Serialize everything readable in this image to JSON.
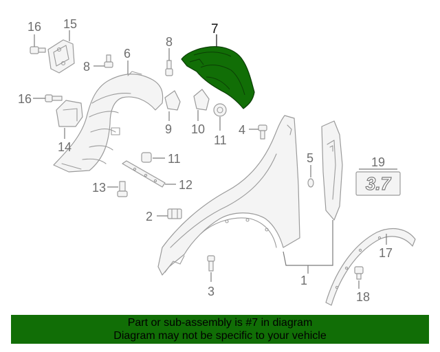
{
  "callouts": {
    "c1": "1",
    "c2": "2",
    "c3": "3",
    "c4": "4",
    "c5": "5",
    "c6": "6",
    "c7": "7",
    "c8a": "8",
    "c8b": "8",
    "c9": "9",
    "c10": "10",
    "c11a": "11",
    "c11b": "11",
    "c12": "12",
    "c13": "13",
    "c14": "14",
    "c15": "15",
    "c16a": "16",
    "c16b": "16",
    "c17": "17",
    "c18": "18",
    "c19": "19"
  },
  "badge_text": "3.7",
  "highlighted_part": "7",
  "banner": {
    "line1": "Part or sub-assembly is #7 in diagram",
    "line2": "Diagram may not be specific to your vehicle"
  },
  "colors": {
    "highlight": "#116e06",
    "part_outline": "#9a9a9a",
    "callout_text": "#6e6e6e"
  }
}
